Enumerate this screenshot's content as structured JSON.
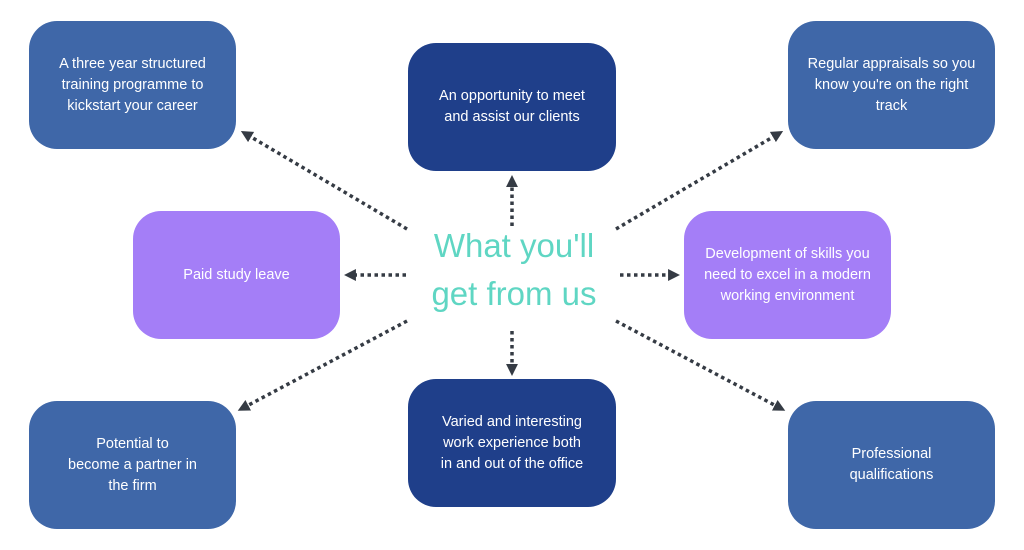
{
  "title": "What you'll\nget from us",
  "colors": {
    "title": "#5fd6c3",
    "mid_blue": "#3f67a8",
    "dark_blue": "#1f3f8a",
    "purple": "#a47ef7",
    "arrow": "#353b44"
  },
  "boxes": [
    {
      "id": "training",
      "text": "A three year structured\ntraining programme to\nkickstart your career",
      "color": "mid_blue"
    },
    {
      "id": "clients",
      "text": "An opportunity to meet\nand assist our clients",
      "color": "dark_blue"
    },
    {
      "id": "appraisals",
      "text": "Regular appraisals so you\nknow you're on the right\ntrack",
      "color": "mid_blue"
    },
    {
      "id": "study-leave",
      "text": "Paid study leave",
      "color": "purple"
    },
    {
      "id": "skills",
      "text": "Development of skills you\nneed to excel in a modern\nworking environment",
      "color": "purple"
    },
    {
      "id": "partner",
      "text": "Potential to\nbecome a partner in\nthe firm",
      "color": "mid_blue"
    },
    {
      "id": "work-experience",
      "text": "Varied and interesting\nwork experience both\nin and out of the office",
      "color": "dark_blue"
    },
    {
      "id": "qualifications",
      "text": "Professional\nqualifications",
      "color": "mid_blue"
    }
  ]
}
